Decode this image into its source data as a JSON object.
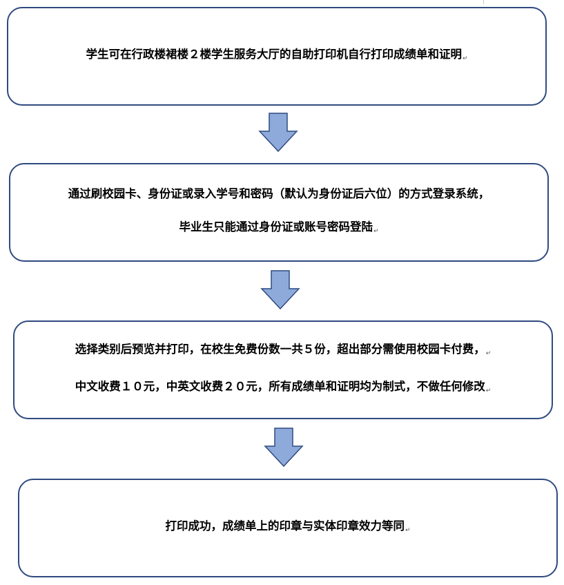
{
  "steps": [
    {
      "lines": [
        "学生可在行政楼裙楼２楼学生服务大厅的自助打印机自行打印成绩单和证明"
      ]
    },
    {
      "lines": [
        "通过刷校园卡、身份证或录入学号和密码（默认为身份证后六位）的方式登录系统，",
        "毕业生只能通过身份证或账号密码登陆"
      ]
    },
    {
      "lines": [
        "选择类别后预览并打印，在校生免费份数一共５份，超出部分需使用校园卡付费，",
        "中文收费１０元，中英文收费２０元，所有成绩单和证明均为制式，不做任何修改"
      ]
    },
    {
      "lines": [
        "打印成功，成绩单上的印章与实体印章效力等同"
      ]
    }
  ],
  "paragraph_mark": "↵",
  "colors": {
    "box_border": "#2f4a80",
    "arrow_fill": "#8eaadb",
    "arrow_stroke": "#2f4a80",
    "text": "#000000"
  },
  "icons": {
    "connector": "down-arrow-icon"
  }
}
